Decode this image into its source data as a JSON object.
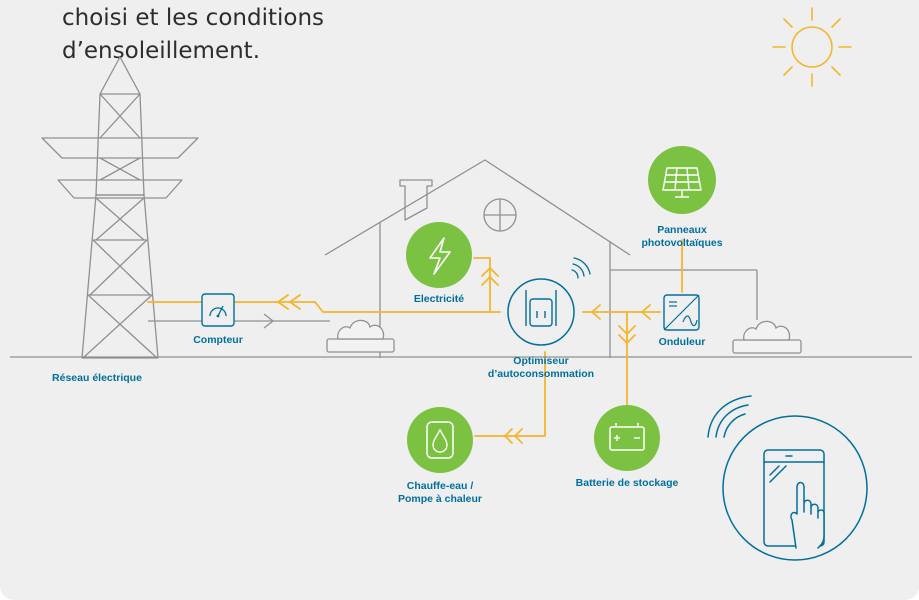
{
  "intro": {
    "line1": "choisi et les conditions",
    "line2": "d’ensoleillement."
  },
  "labels": {
    "grid": "Réseau électrique",
    "meter": "Compteur",
    "electricity": "Electricité",
    "optimizer_line1": "Optimiseur",
    "optimizer_line2": "d’autoconsommation",
    "panels_line1": "Panneaux",
    "panels_line2": "photovoltaïques",
    "inverter": "Onduleur",
    "battery": "Batterie de stockage",
    "water_heater_line1": "Chauffe-eau /",
    "water_heater_line2": "Pompe à chaleur"
  },
  "colors": {
    "background": "#efefef",
    "line_gray": "#8f9090",
    "flow_yellow": "#f5b52c",
    "accent_green": "#7cc242",
    "icon_blue": "#006fa0",
    "text_dark": "#2d2d2d"
  },
  "icons": [
    "sun-icon",
    "pylon-icon",
    "meter-icon",
    "lightning-icon",
    "optimizer-icon",
    "solar-panel-icon",
    "inverter-icon",
    "battery-icon",
    "water-drop-icon",
    "smartphone-touch-icon",
    "wifi-icon"
  ]
}
